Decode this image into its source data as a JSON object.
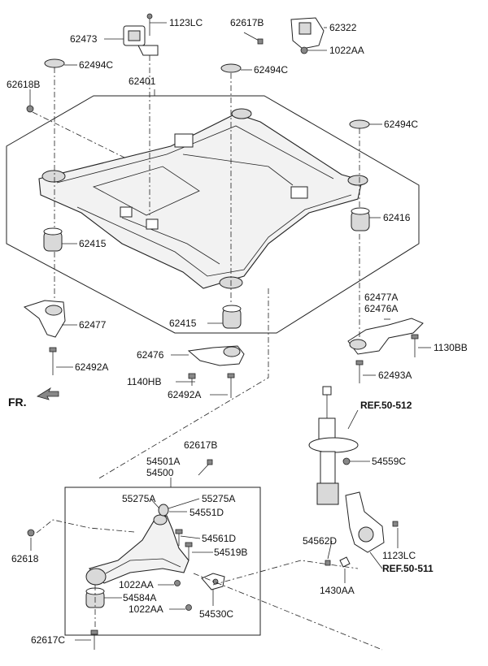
{
  "labels": {
    "p1123LC_top": "1123LC",
    "p62617B_top": "62617B",
    "p62322": "62322",
    "p62473": "62473",
    "p1022AA_top": "1022AA",
    "p62494C_a": "62494C",
    "p62494C_b": "62494C",
    "p62494C_c": "62494C",
    "p62618B": "62618B",
    "p62401": "62401",
    "p62416": "62416",
    "p62415_a": "62415",
    "p62415_b": "62415",
    "p62477": "62477",
    "p62477A": "62477A",
    "p62476A": "62476A",
    "p1130BB": "1130BB",
    "p62476": "62476",
    "p62492A_a": "62492A",
    "p62492A_b": "62492A",
    "p1140HB": "1140HB",
    "p62493A": "62493A",
    "ref50512": "REF.50-512",
    "ref50511": "REF.50-511",
    "fr": "FR.",
    "p62617B_mid": "62617B",
    "p54501A": "54501A",
    "p54500": "54500",
    "p55275A_a": "55275A",
    "p55275A_b": "55275A",
    "p54551D": "54551D",
    "p54561D": "54561D",
    "p54519B": "54519B",
    "p62618": "62618",
    "p1022AA_a": "1022AA",
    "p54584A": "54584A",
    "p1022AA_b": "1022AA",
    "p54530C": "54530C",
    "p62617C": "62617C",
    "p54559C": "54559C",
    "p54562D": "54562D",
    "p1123LC_bot": "1123LC",
    "p1430AA": "1430AA"
  },
  "colors": {
    "line": "#222222",
    "part_fill": "#ffffff",
    "shade": "#d9d9d9"
  }
}
